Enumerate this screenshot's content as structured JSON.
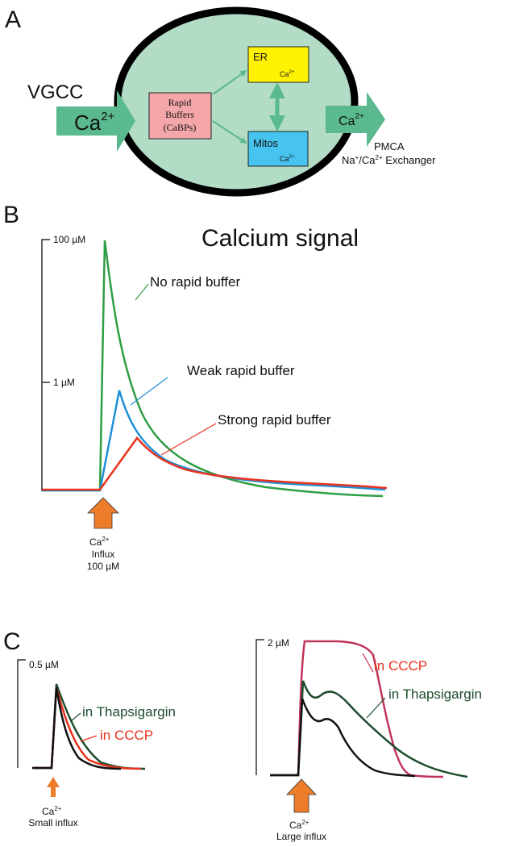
{
  "panel_a": {
    "letter": "A",
    "vgcc_label": "VGCC",
    "ca_in": "Ca",
    "ca_in_sup": "2+",
    "rapid_line1": "Rapid",
    "rapid_line2": "Buffers",
    "rapid_line3": "(CaBPs)",
    "er_label": "ER",
    "er_ca": "Ca",
    "er_ca_sup": "2+",
    "mitos_label": "Mitos",
    "mitos_ca": "Ca",
    "mitos_ca_sup": "2+",
    "ca_out": "Ca",
    "ca_out_sup": "2+",
    "pmca_label": "PMCA",
    "exchanger_na": "Na",
    "exchanger_na_sup": "+",
    "exchanger_ca": "/Ca",
    "exchanger_ca_sup": "2+",
    "exchanger_rest": " Exchanger",
    "colors": {
      "cell_fill": "#b3dcc6",
      "arrow": "#5ab98e",
      "rapid_fill": "#f4a6a8",
      "er_fill": "#fff200",
      "mitos_fill": "#47c3ef"
    }
  },
  "panel_b": {
    "letter": "B",
    "title": "Calcium signal",
    "scale_top": "100 µM",
    "scale_mid": "1 µM",
    "label_none": "No rapid buffer",
    "label_weak": "Weak rapid buffer",
    "label_strong": "Strong rapid buffer",
    "arrow_ca": "Ca",
    "arrow_ca_sup": "2+",
    "arrow_l2": "Influx",
    "arrow_l3": "100 µM",
    "colors": {
      "none": "#2f9e44",
      "weak": "#1f8fd6",
      "strong": "#e8321e",
      "influx_arrow": "#ee7d2b"
    }
  },
  "panel_c": {
    "letter": "C",
    "left_scale": "0.5 µM",
    "left_label_thaps": "in Thapsigargin",
    "left_label_cccp": "in CCCP",
    "left_arrow_ca": "Ca",
    "left_arrow_ca_sup": "2+",
    "left_arrow_l2": "Small influx",
    "right_scale": "2 µM",
    "right_label_cccp": "in CCCP",
    "right_label_thaps": "in Thapsigargin",
    "right_arrow_ca": "Ca",
    "right_arrow_ca_sup": "2+",
    "right_arrow_l2": "Large influx",
    "colors": {
      "control": "#111111",
      "thaps": "#1d4d2e",
      "cccp_small": "#e8321e",
      "cccp_large": "#c2345a"
    }
  }
}
